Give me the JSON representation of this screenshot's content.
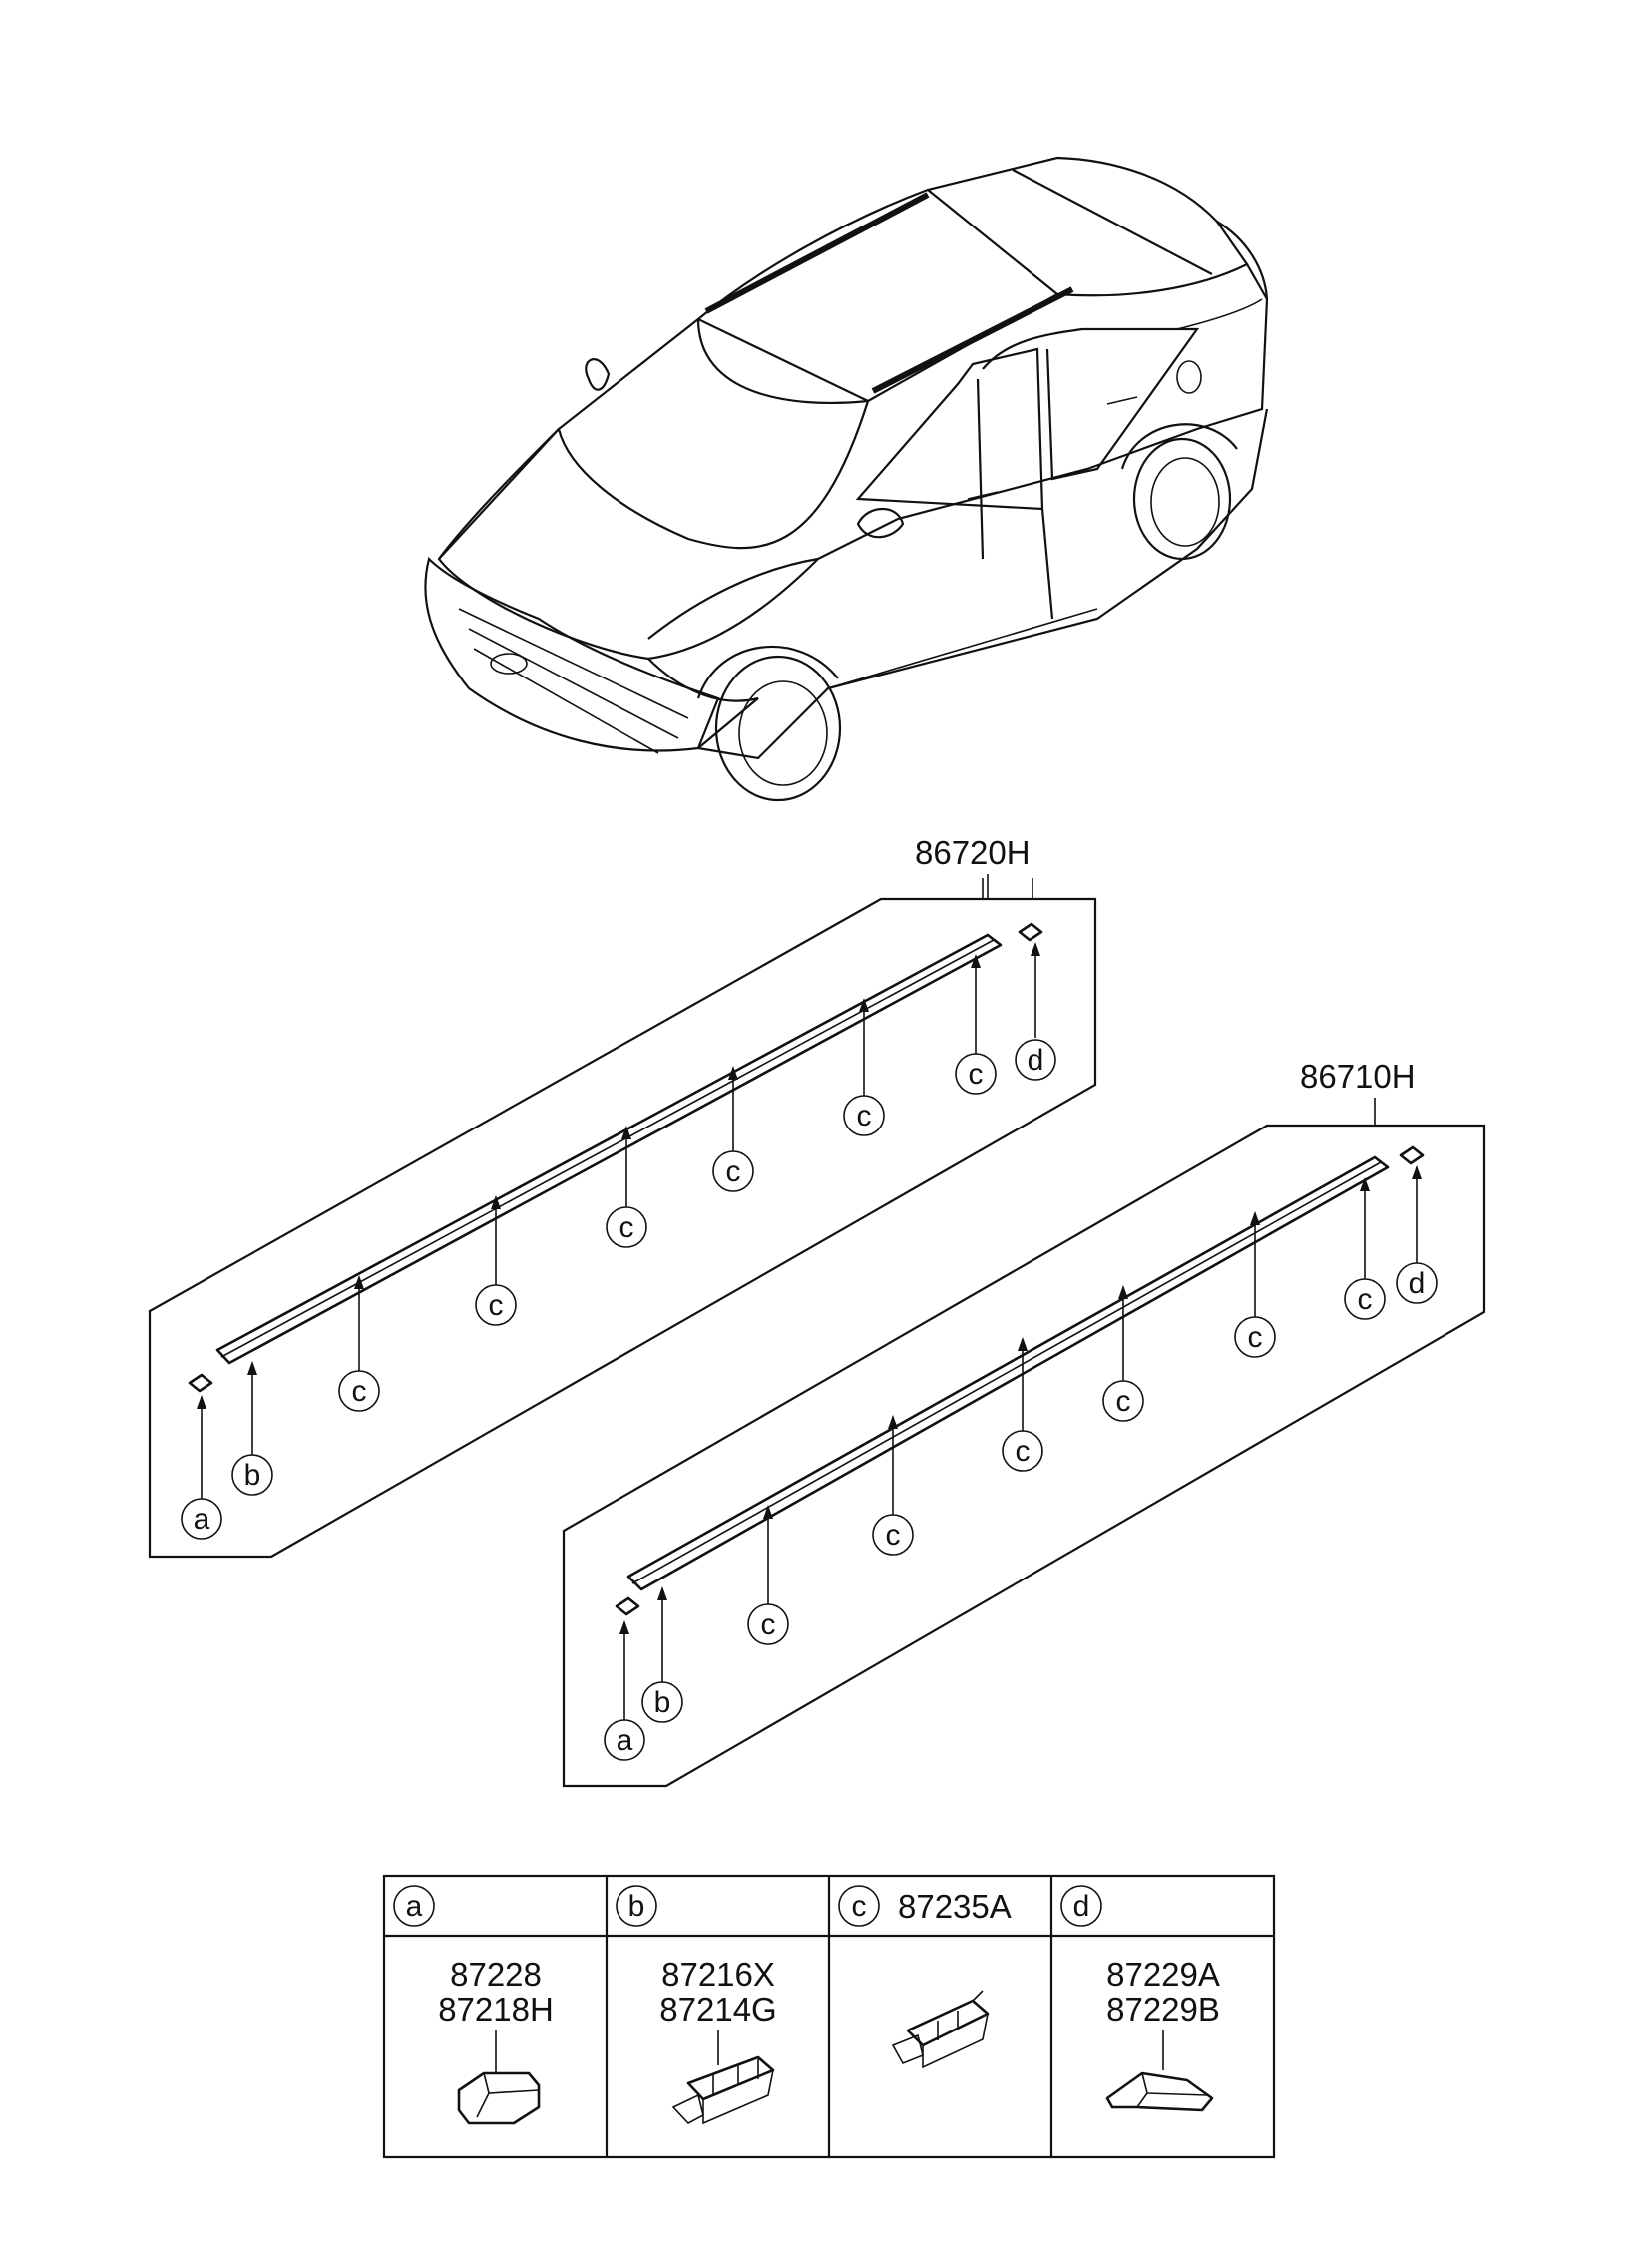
{
  "parts": {
    "left_molding": "86720H",
    "right_molding": "86710H"
  },
  "callout_letters": {
    "a": "a",
    "b": "b",
    "c": "c",
    "d": "d"
  },
  "legend": {
    "a": {
      "letter": "a",
      "header": "",
      "parts": [
        "87228",
        "87218H"
      ]
    },
    "b": {
      "letter": "b",
      "header": "",
      "parts": [
        "87216X",
        "87214G"
      ]
    },
    "c": {
      "letter": "c",
      "header": "87235A",
      "parts": []
    },
    "d": {
      "letter": "d",
      "header": "",
      "parts": [
        "87229A",
        "87229B"
      ]
    }
  }
}
